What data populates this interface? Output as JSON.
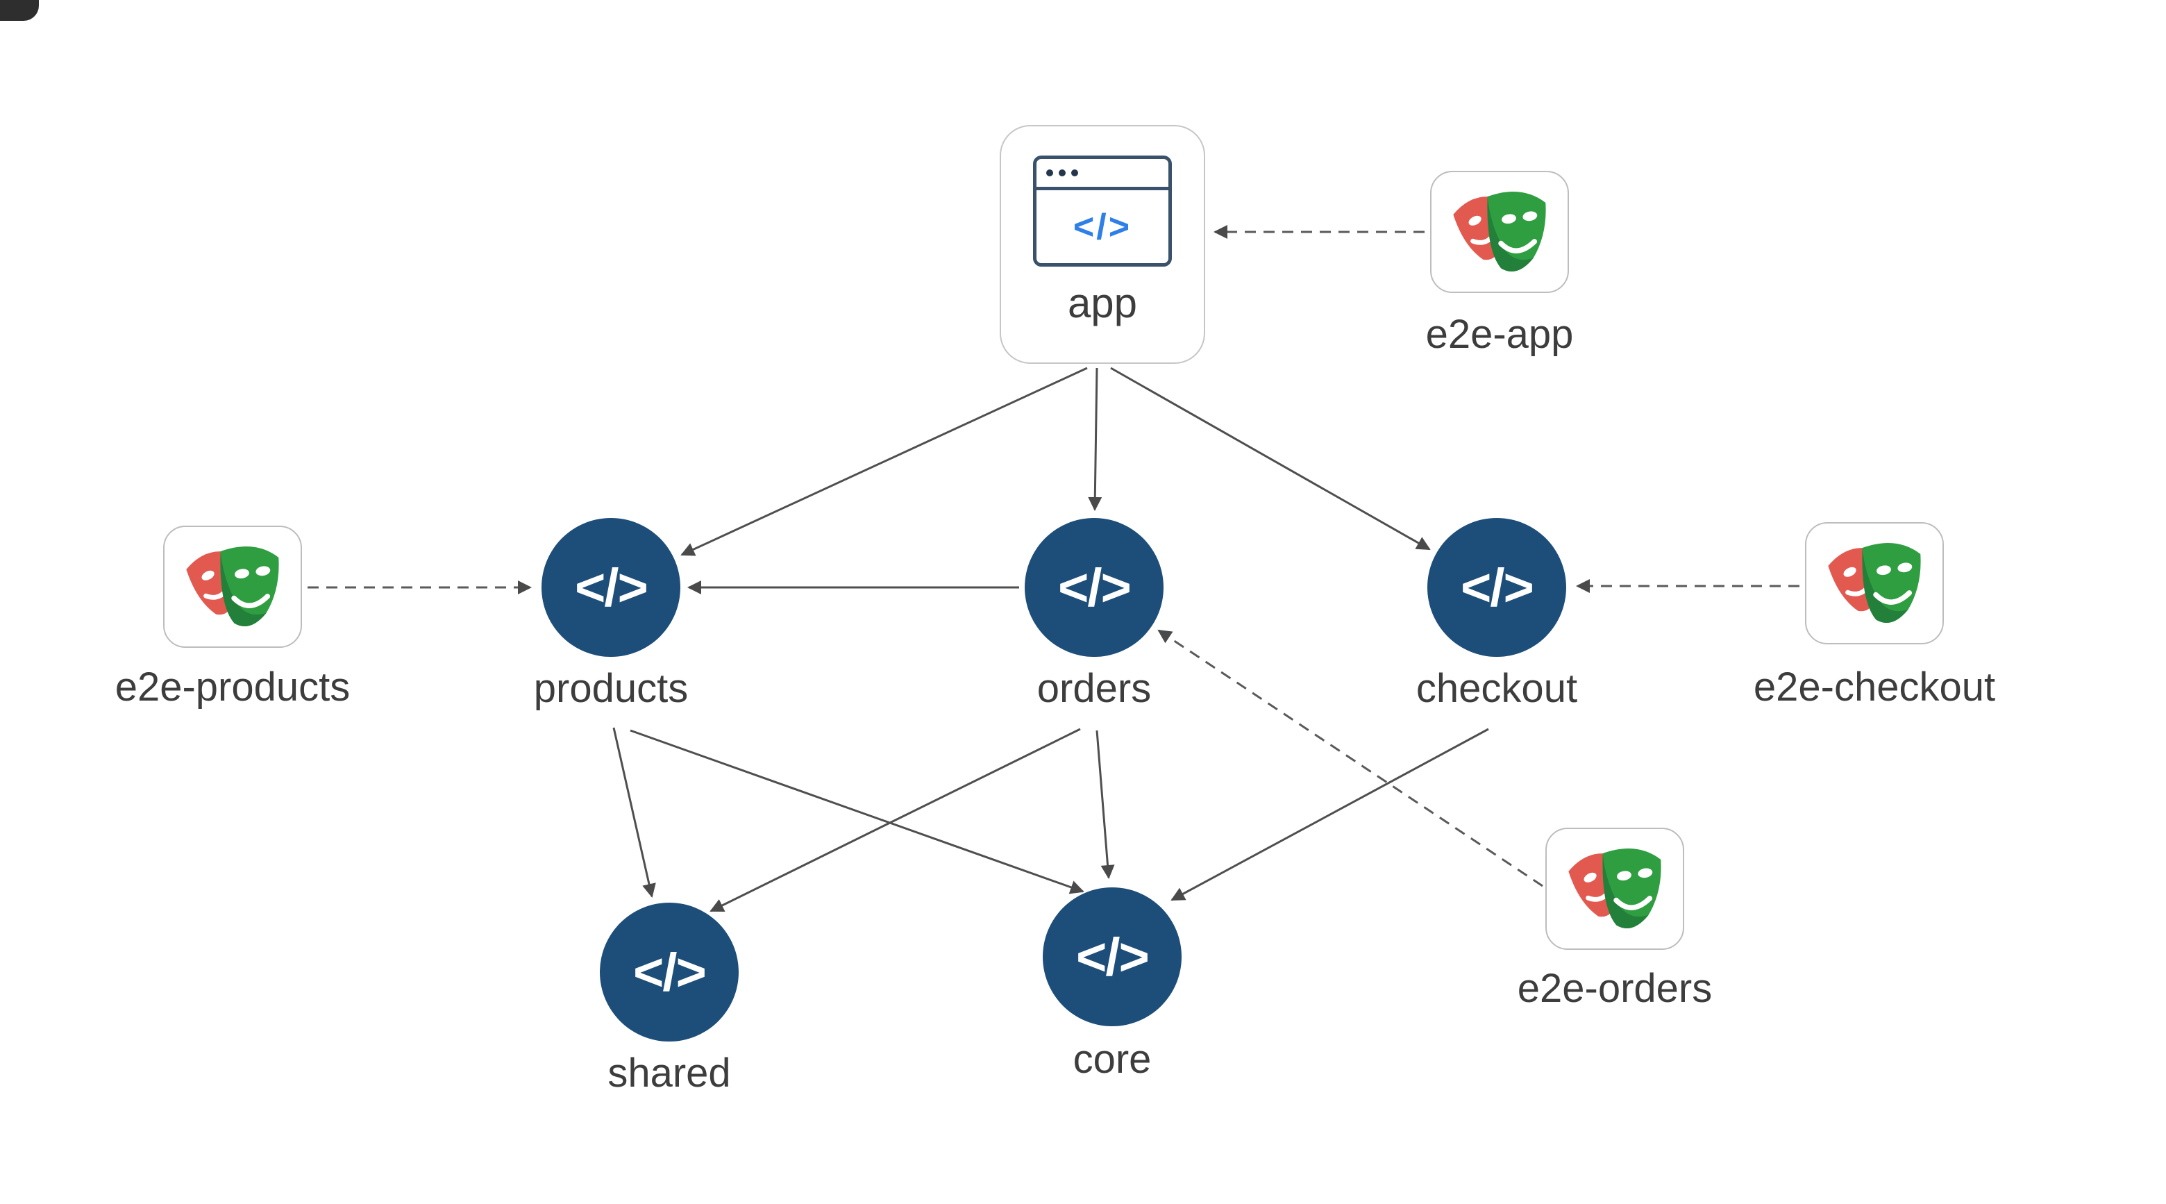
{
  "diagram": {
    "type": "dependency-graph",
    "nodes": {
      "app": {
        "label": "app",
        "kind": "application"
      },
      "e2e-app": {
        "label": "e2e-app",
        "kind": "e2e"
      },
      "products": {
        "label": "products",
        "kind": "library"
      },
      "orders": {
        "label": "orders",
        "kind": "library"
      },
      "checkout": {
        "label": "checkout",
        "kind": "library"
      },
      "e2e-products": {
        "label": "e2e-products",
        "kind": "e2e"
      },
      "e2e-checkout": {
        "label": "e2e-checkout",
        "kind": "e2e"
      },
      "e2e-orders": {
        "label": "e2e-orders",
        "kind": "e2e"
      },
      "shared": {
        "label": "shared",
        "kind": "library"
      },
      "core": {
        "label": "core",
        "kind": "library"
      }
    },
    "edges": [
      {
        "from": "app",
        "to": "products",
        "style": "solid"
      },
      {
        "from": "app",
        "to": "orders",
        "style": "solid"
      },
      {
        "from": "app",
        "to": "checkout",
        "style": "solid"
      },
      {
        "from": "orders",
        "to": "products",
        "style": "solid"
      },
      {
        "from": "products",
        "to": "shared",
        "style": "solid"
      },
      {
        "from": "products",
        "to": "core",
        "style": "solid"
      },
      {
        "from": "orders",
        "to": "shared",
        "style": "solid"
      },
      {
        "from": "orders",
        "to": "core",
        "style": "solid"
      },
      {
        "from": "checkout",
        "to": "core",
        "style": "solid"
      },
      {
        "from": "e2e-app",
        "to": "app",
        "style": "dashed"
      },
      {
        "from": "e2e-products",
        "to": "products",
        "style": "dashed"
      },
      {
        "from": "e2e-checkout",
        "to": "checkout",
        "style": "dashed"
      },
      {
        "from": "e2e-orders",
        "to": "orders",
        "style": "dashed"
      }
    ]
  },
  "icons": {
    "code_glyph": "</>",
    "library_icon": "code-icon",
    "app_icon": "browser-window-icon",
    "e2e_icon": "playwright-masks-icon"
  },
  "colors": {
    "library_node_fill": "#1d4e79",
    "library_glyph": "#ffffff",
    "edge_stroke": "#4f4f4f",
    "label_text": "#3d3d3d",
    "app_icon_frame": "#3a516b",
    "app_icon_code": "#2e7fe8",
    "mask_red": "#e25950",
    "mask_green": "#2f9e41",
    "card_border": "#c6c6c6",
    "background": "#ffffff"
  }
}
